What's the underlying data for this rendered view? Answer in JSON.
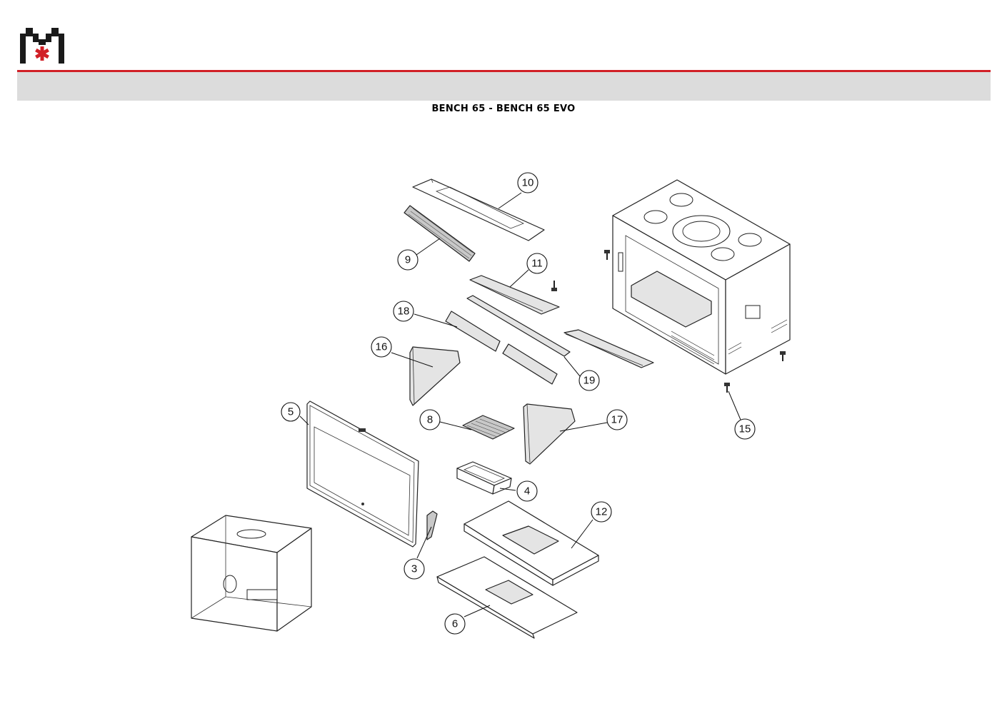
{
  "header": {
    "title": "BENCH 65 - BENCH 65 EVO",
    "logo_icon": "company-logo-icon",
    "accent_color": "#d11f26",
    "bar_color": "#dcdcdc"
  },
  "callouts": [
    "10",
    "9",
    "11",
    "18",
    "16",
    "19",
    "5",
    "8",
    "17",
    "15",
    "4",
    "12",
    "3",
    "6"
  ]
}
